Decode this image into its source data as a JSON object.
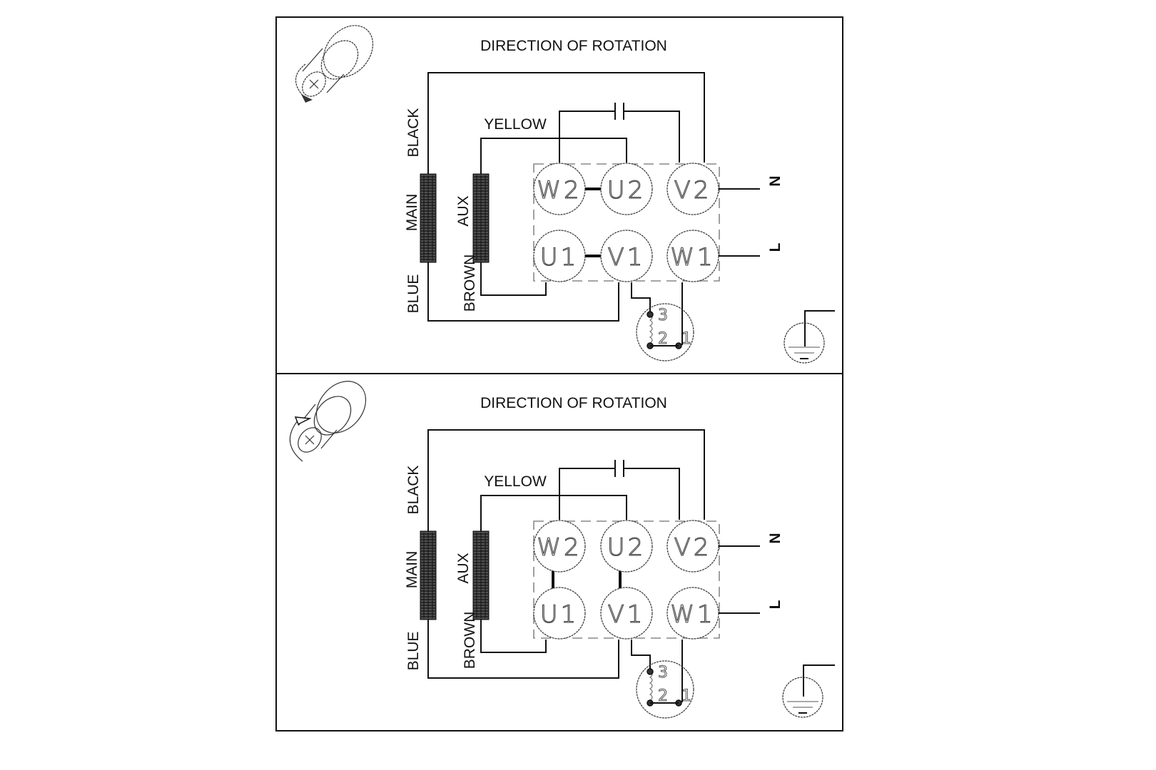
{
  "panels": [
    {
      "id": "top",
      "title": "DIRECTION OF ROTATION",
      "rotation_direction": "clockwise-down",
      "wire_labels": {
        "black": "BLACK",
        "main": "MAIN",
        "blue": "BLUE",
        "yellow": "YELLOW",
        "aux": "AUX",
        "brown": "BROWN"
      },
      "terminals": {
        "w2": "W2",
        "u2": "U2",
        "v2": "V2",
        "u1": "U1",
        "v1": "V1",
        "w1": "W1"
      },
      "bridges": [
        "W2-U2",
        "U1-V1"
      ],
      "bridge_orientation": "horizontal",
      "supply": {
        "n": "N",
        "l": "L"
      },
      "thermal_protector": {
        "pin3": "3",
        "pin2": "2",
        "pin1": "1"
      }
    },
    {
      "id": "bottom",
      "title": "DIRECTION OF ROTATION",
      "rotation_direction": "counter-clockwise-up",
      "wire_labels": {
        "black": "BLACK",
        "main": "MAIN",
        "blue": "BLUE",
        "yellow": "YELLOW",
        "aux": "AUX",
        "brown": "BROWN"
      },
      "terminals": {
        "w2": "W2",
        "u2": "U2",
        "v2": "V2",
        "u1": "U1",
        "v1": "V1",
        "w1": "W1"
      },
      "bridges": [
        "W2-U1",
        "U2-V1"
      ],
      "bridge_orientation": "vertical",
      "supply": {
        "n": "N",
        "l": "L"
      },
      "thermal_protector": {
        "pin3": "3",
        "pin2": "2",
        "pin1": "1"
      }
    }
  ]
}
